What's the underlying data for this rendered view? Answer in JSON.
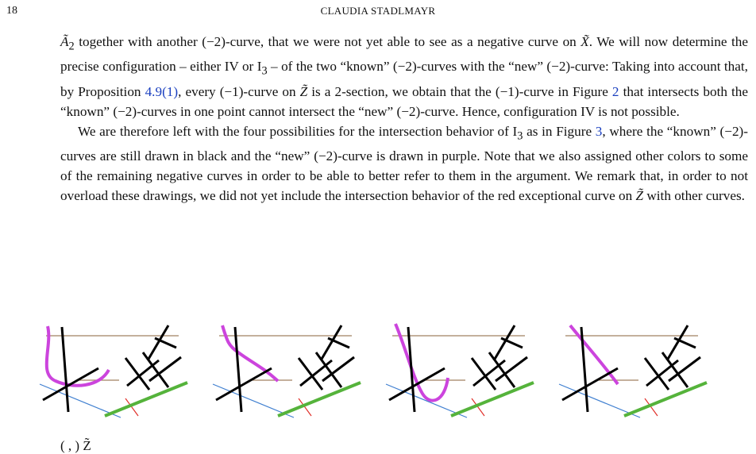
{
  "header": {
    "page_number": "18",
    "running_head": "CLAUDIA STADLMAYR"
  },
  "paragraphs": {
    "p1": {
      "a2": "Ã",
      "a2_sub": "2",
      "t1": " together with another (−2)-curve, that we were not yet able to see as a negative curve on ",
      "x": "X̃",
      "t2": ". We will now determine the precise configuration – either IV or I",
      "i3sub": "3",
      "t3": " – of the two “known” (−2)-curves with the “new” (−2)-curve: Taking into account that, by Proposition ",
      "ref_prop": "4.9(1)",
      "t4": ", every (−1)-curve on ",
      "z": "Z̃",
      "t5": " is a 2-section, we obtain that the (−1)-curve in Figure ",
      "ref_fig": "2",
      "t6": " that intersects both the “known” (−2)-curves in one point cannot intersect the “new” (−2)-curve. Hence, configuration IV is not possible."
    },
    "p2": {
      "t1": "We are therefore left with the four possibilities for the intersection behavior of I",
      "i3sub": "3",
      "t2": " as in Figure ",
      "ref_fig": "3",
      "t3": ", where the “known” (−2)-curves are still drawn in black and the “new” (−2)-curve is drawn in purple. Note that we also assigned other colors to some of the remaining negative curves in order to be able to better refer to them in the argument. We remark that, in order to not overload these drawings, we did not yet include the intersection behavior of the red exceptional curve on ",
      "z": "Z̃",
      "t4": " with other curves."
    }
  },
  "figure": {
    "colors": {
      "black": "#000000",
      "purple": "#cc44dd",
      "green": "#55b33b",
      "blue": "#3f7fd0",
      "red": "#e0302a",
      "tan": "#a08060"
    },
    "panels": [
      "panel-1",
      "panel-2",
      "panel-3",
      "panel-4"
    ]
  },
  "caption": {
    "fragment": "( , )   Z̃"
  }
}
